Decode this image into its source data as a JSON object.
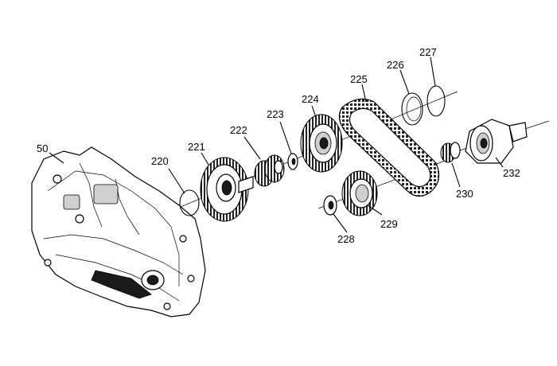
{
  "callouts": {
    "c50": "50",
    "c220": "220",
    "c221": "221",
    "c222": "222",
    "c223": "223",
    "c224": "224",
    "c225": "225",
    "c226": "226",
    "c227": "227",
    "c228": "228",
    "c229": "229",
    "c230": "230",
    "c232": "232"
  }
}
